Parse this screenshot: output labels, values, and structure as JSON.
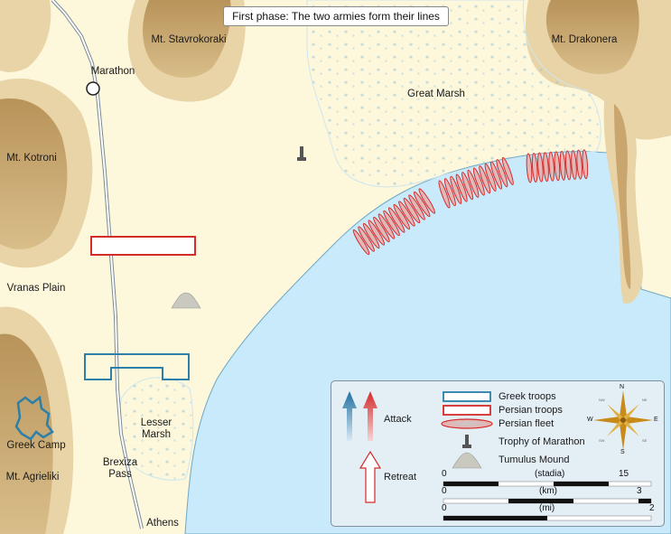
{
  "title": "First phase: The two armies form their lines",
  "places": {
    "marathon": "Marathon",
    "mt_stavrokoraki": "Mt. Stavrokoraki",
    "great_marsh": "Great Marsh",
    "mt_drakonera": "Mt. Drakonera",
    "mt_kotroni": "Mt. Kotroni",
    "vranas_plain": "Vranas Plain",
    "lesser_marsh": "Lesser Marsh",
    "brexiza_pass": "Brexiza Pass",
    "greek_camp": "Greek Camp",
    "mt_agrieliki": "Mt. Agrieliki",
    "athens": "Athens"
  },
  "legend": {
    "attack": "Attack",
    "retreat": "Retreat",
    "greek_troops": "Greek troops",
    "persian_troops": "Persian troops",
    "persian_fleet": "Persian fleet",
    "trophy": "Trophy of Marathon",
    "tumulus": "Tumulus Mound",
    "compass": {
      "n": "N",
      "s": "S",
      "e": "E",
      "w": "W",
      "nw": "NW",
      "ne": "NE",
      "sw": "SW",
      "se": "SE"
    },
    "scales": [
      {
        "unit": "(stadia)",
        "start": "0",
        "end": "15"
      },
      {
        "unit": "(km)",
        "start": "0",
        "end": "3"
      },
      {
        "unit": "(mi)",
        "start": "0",
        "end": "2"
      }
    ]
  },
  "colors": {
    "land": "#fdf7dc",
    "sea": "#c8eafa",
    "mountain": "#c9a66e",
    "greek": "#2b7fa8",
    "persian": "#d42b2b",
    "marsh_symbol": "#9fc9d8"
  }
}
